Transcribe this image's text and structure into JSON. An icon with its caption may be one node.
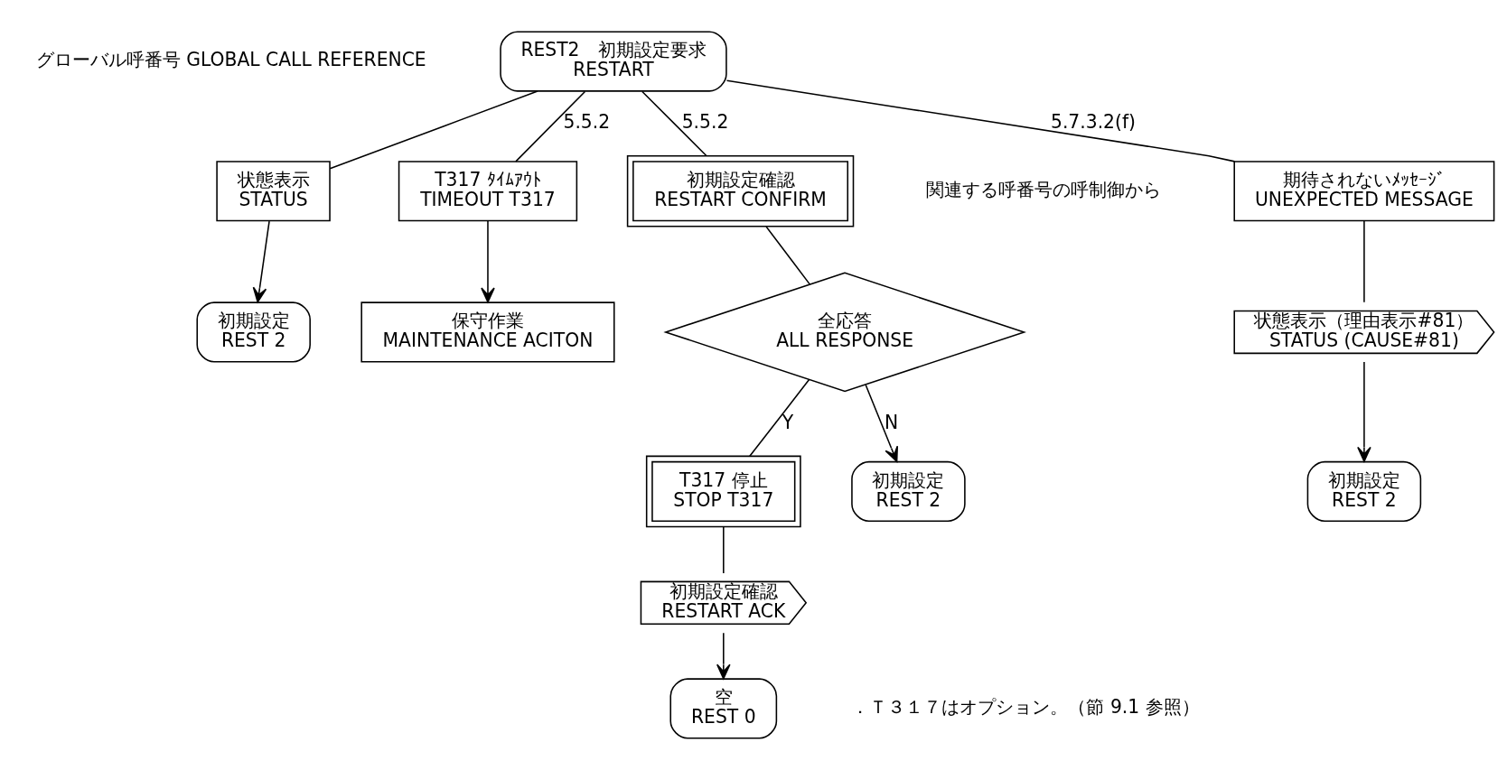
{
  "diagram": {
    "nodes": [
      {
        "text": [
          "REST2　初期設定要求",
          "RESTART"
        ],
        "beside": [
          "グローバル呼番号 GLOBAL CALL REFERENCE"
        ]
      },
      {
        "text": [
          "状態表示",
          "STATUS"
        ]
      },
      {
        "text": [
          "初期設定",
          "REST 2"
        ]
      },
      {
        "text": [
          "T317 ﾀｲﾑｱｳﾄ",
          "TIMEOUT T317"
        ]
      },
      {
        "text": [
          "保守作業",
          "MAINTENANCE ACITON"
        ]
      },
      {
        "text": [
          "初期設定確認",
          "RESTART CONFIRM"
        ],
        "beside": [
          "関連する呼番号の呼制御から"
        ]
      },
      {
        "text": [
          "全応答",
          "ALL RESPONSE"
        ]
      },
      {
        "text": [
          "T317 停止",
          "STOP T317"
        ]
      },
      {
        "text": [
          "初期設定確認",
          "RESTART ACK"
        ]
      },
      {
        "text": [
          "空",
          "REST 0"
        ]
      },
      {
        "text": [
          "初期設定",
          "REST 2"
        ]
      },
      {
        "text": [
          "期待されないﾒｯｾｰｼﾞ",
          "UNEXPECTED MESSAGE"
        ]
      },
      {
        "text": [
          "状態表示（理由表示#81）",
          "STATUS (CAUSE#81)"
        ]
      },
      {
        "text": [
          "初期設定",
          "REST 2"
        ]
      }
    ],
    "edges": [
      {
        "from": 0,
        "to": 1,
        "arrow": "none"
      },
      {
        "from": 1,
        "to": 2,
        "arrow": "to"
      },
      {
        "from": 0,
        "to": 3,
        "arrow": "none",
        "label": "5.5.2"
      },
      {
        "from": 3,
        "to": 4,
        "arrow": "to"
      },
      {
        "from": 0,
        "to": 5,
        "arrow": "none",
        "label": "5.5.2"
      },
      {
        "from": 5,
        "to": 6,
        "arrow": "none"
      },
      {
        "from": 6,
        "to": 7,
        "arrow": "none",
        "label": "Y"
      },
      {
        "from": 6,
        "to": 10,
        "arrow": "to",
        "label": "N"
      },
      {
        "from": 7,
        "to": 8,
        "arrow": "none"
      },
      {
        "from": 8,
        "to": 9,
        "arrow": "to"
      },
      {
        "from": 0,
        "to": 11,
        "arrow": "none",
        "label": "5.7.3.2(f)"
      },
      {
        "from": 11,
        "to": 12,
        "arrow": "none"
      },
      {
        "from": 12,
        "to": 13,
        "arrow": "to"
      }
    ],
    "labels": [
      "．Ｔ３１７はオプション。（節 9.1 参照）"
    ]
  }
}
